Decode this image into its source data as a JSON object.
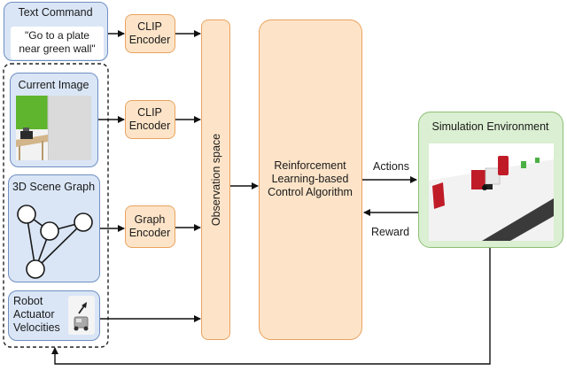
{
  "inputs": {
    "text_command": {
      "title": "Text Command",
      "quote_line1": "\"Go to a plate",
      "quote_line2": "near green wall\""
    },
    "current_image": {
      "title": "Current Image"
    },
    "scene_graph": {
      "title": "3D Scene Graph"
    },
    "velocities": {
      "line1": "Robot",
      "line2": "Actuator",
      "line3": "Velocities"
    }
  },
  "encoders": {
    "clip_text": {
      "line1": "CLIP",
      "line2": "Encoder"
    },
    "clip_image": {
      "line1": "CLIP",
      "line2": "Encoder"
    },
    "graph": {
      "line1": "Graph",
      "line2": "Encoder"
    }
  },
  "observation": {
    "label": "Observation space"
  },
  "controller": {
    "line1": "Reinforcement",
    "line2": "Learning-based",
    "line3": "Control Algorithm"
  },
  "environment": {
    "title": "Simulation Environment"
  },
  "edges": {
    "actions": "Actions",
    "reward": "Reward"
  }
}
